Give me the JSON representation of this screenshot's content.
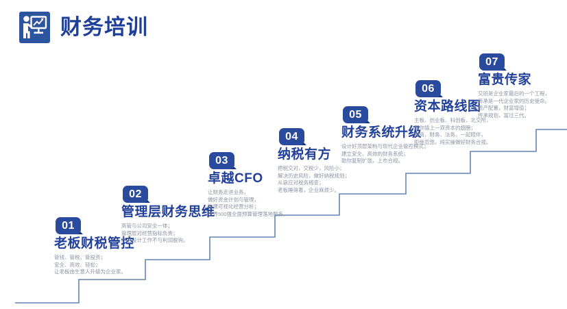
{
  "header": {
    "logo_icon": "presentation-chart-icon",
    "title": "财务培训"
  },
  "colors": {
    "primary_blue": "#2a4a9e",
    "title_blue": "#21409a",
    "logo_blue": "#2d549e",
    "desc_gray": "#8b93a4",
    "stair_line": "#6383b3"
  },
  "steps": [
    {
      "number": "01",
      "title": "老板财税管控",
      "desc": [
        "管钱、管税、管投资；",
        "安全、高效、轻松；",
        "让老板由生意人升级为企业家。"
      ]
    },
    {
      "number": "02",
      "title": "管理层财务思维",
      "desc": [
        "高管与公司安全一体；",
        "管理层对经营指标负责；",
        "产品设计工作不与利润脱钩。"
      ]
    },
    {
      "number": "03",
      "title": "卓越CFO",
      "desc": [
        "让财务走进业务，",
        "做好资金计划与管理，",
        "构建可视化经营分析；",
        "世界500强全面预算管理落地服务。"
      ]
    },
    {
      "number": "04",
      "title": "纳税有方",
      "desc": [
        "把税交对，交税少，风险小；",
        "解决历史风险，做好纳税规划；",
        "从容应对税务稽查；",
        "老板睡得着，企业麻烦少。"
      ]
    },
    {
      "number": "05",
      "title": "财务系统升级",
      "desc": [
        "设计好顶层架构与现代企业管控模式；",
        "建立安全、高效的财务系统；",
        "助你复制扩张，上市合规。"
      ]
    },
    {
      "number": "06",
      "title": "资本路线图",
      "desc": [
        "主板、创业板、科创板、北交所，",
        "帮你插上一双资本的翅膀；",
        "券商、财务、法务，一起陪伴，",
        "拒绝忽悠，纯实操做好财务合规。"
      ]
    },
    {
      "number": "07",
      "title": "富贵传家",
      "desc": [
        "交班是企业家最后的一个工程，",
        "传承是一代企业家的历史使命。",
        "资产配置，财富增值；",
        "传承规划，富过三代。"
      ]
    }
  ]
}
